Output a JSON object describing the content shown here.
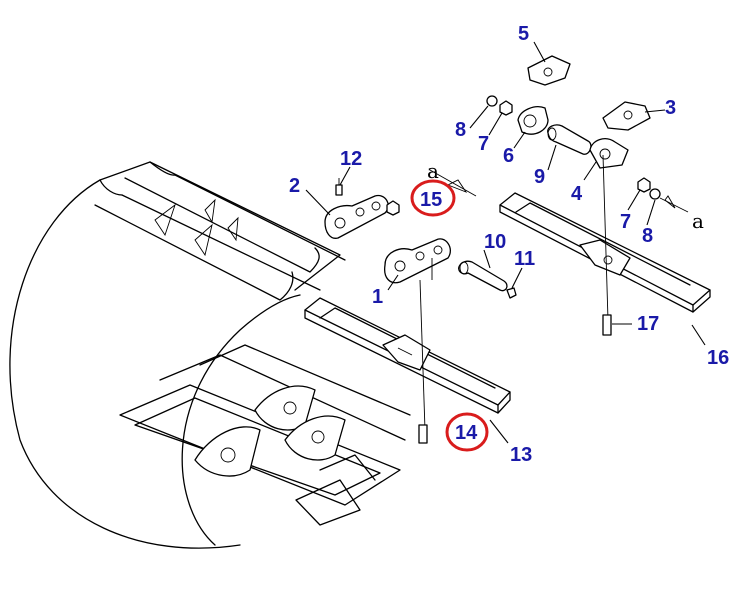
{
  "colors": {
    "callout": "#1a1aa8",
    "highlight": "#d91c1c",
    "line": "#000000"
  },
  "callouts": [
    {
      "id": "c1",
      "label": "1"
    },
    {
      "id": "c2",
      "label": "2"
    },
    {
      "id": "c3",
      "label": "3"
    },
    {
      "id": "c4",
      "label": "4"
    },
    {
      "id": "c5",
      "label": "5"
    },
    {
      "id": "c6",
      "label": "6"
    },
    {
      "id": "c7a",
      "label": "7"
    },
    {
      "id": "c7b",
      "label": "7"
    },
    {
      "id": "c8a",
      "label": "8"
    },
    {
      "id": "c8b",
      "label": "8"
    },
    {
      "id": "c9",
      "label": "9"
    },
    {
      "id": "c10",
      "label": "10"
    },
    {
      "id": "c11",
      "label": "11"
    },
    {
      "id": "c12",
      "label": "12"
    },
    {
      "id": "c13",
      "label": "13"
    },
    {
      "id": "c14",
      "label": "14",
      "highlighted": true
    },
    {
      "id": "c15",
      "label": "15",
      "highlighted": true
    },
    {
      "id": "c16",
      "label": "16"
    },
    {
      "id": "c17",
      "label": "17"
    }
  ],
  "markers": {
    "a1": "a",
    "a2": "a"
  }
}
